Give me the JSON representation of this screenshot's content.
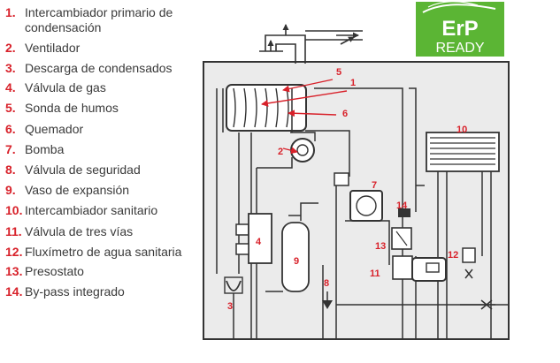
{
  "legend": [
    {
      "num": "1.",
      "text": "Intercambiador primario de condensación"
    },
    {
      "num": "2.",
      "text": "Ventilador"
    },
    {
      "num": "3.",
      "text": "Descarga de condensados"
    },
    {
      "num": "4.",
      "text": "Válvula de gas"
    },
    {
      "num": "5.",
      "text": "Sonda de humos"
    },
    {
      "num": "6.",
      "text": "Quemador"
    },
    {
      "num": "7.",
      "text": "Bomba"
    },
    {
      "num": "8.",
      "text": "Válvula de seguridad"
    },
    {
      "num": "9.",
      "text": "Vaso de expansión"
    },
    {
      "num": "10.",
      "text": "Intercambiador sanitario"
    },
    {
      "num": "11.",
      "text": "Válvula de tres vías"
    },
    {
      "num": "12.",
      "text": "Fluxímetro de agua sanitaria"
    },
    {
      "num": "13.",
      "text": "Presostato"
    },
    {
      "num": "14.",
      "text": "By-pass integrado"
    }
  ],
  "badge": {
    "line1": "ErP",
    "line2": "READY",
    "color": "#5bb534"
  },
  "colors": {
    "accent": "#d8212a",
    "line": "#333333"
  },
  "callouts": {
    "c1": "1",
    "c2": "2",
    "c3": "3",
    "c4": "4",
    "c5": "5",
    "c6": "6",
    "c7": "7",
    "c8": "8",
    "c9": "9",
    "c10": "10",
    "c11": "11",
    "c12": "12",
    "c13": "13",
    "c14": "14"
  }
}
